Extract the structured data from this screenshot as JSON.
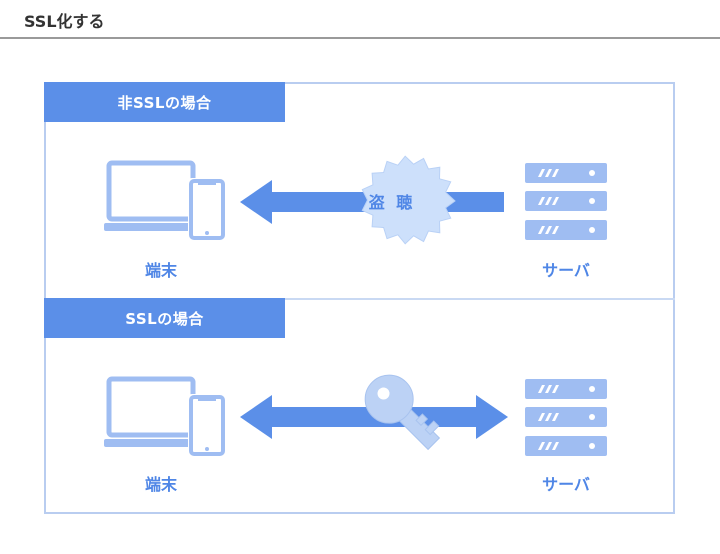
{
  "page": {
    "title": "SSL化する"
  },
  "sections": [
    {
      "label": "非SSLの場合",
      "left_node": "端末",
      "right_node": "サーバ",
      "threat_label": "盗 聴"
    },
    {
      "label": "SSLの場合",
      "left_node": "端末",
      "right_node": "サーバ"
    }
  ],
  "colors": {
    "accent": "#5b8fe8",
    "device": "#9fbdf2",
    "burst": "#cde0fb",
    "key": "#bcd2f5",
    "frame": "#b9cdf0"
  },
  "icons": [
    "laptop-icon",
    "smartphone-icon",
    "server-icon",
    "arrow-icon",
    "burst-icon",
    "key-icon"
  ]
}
